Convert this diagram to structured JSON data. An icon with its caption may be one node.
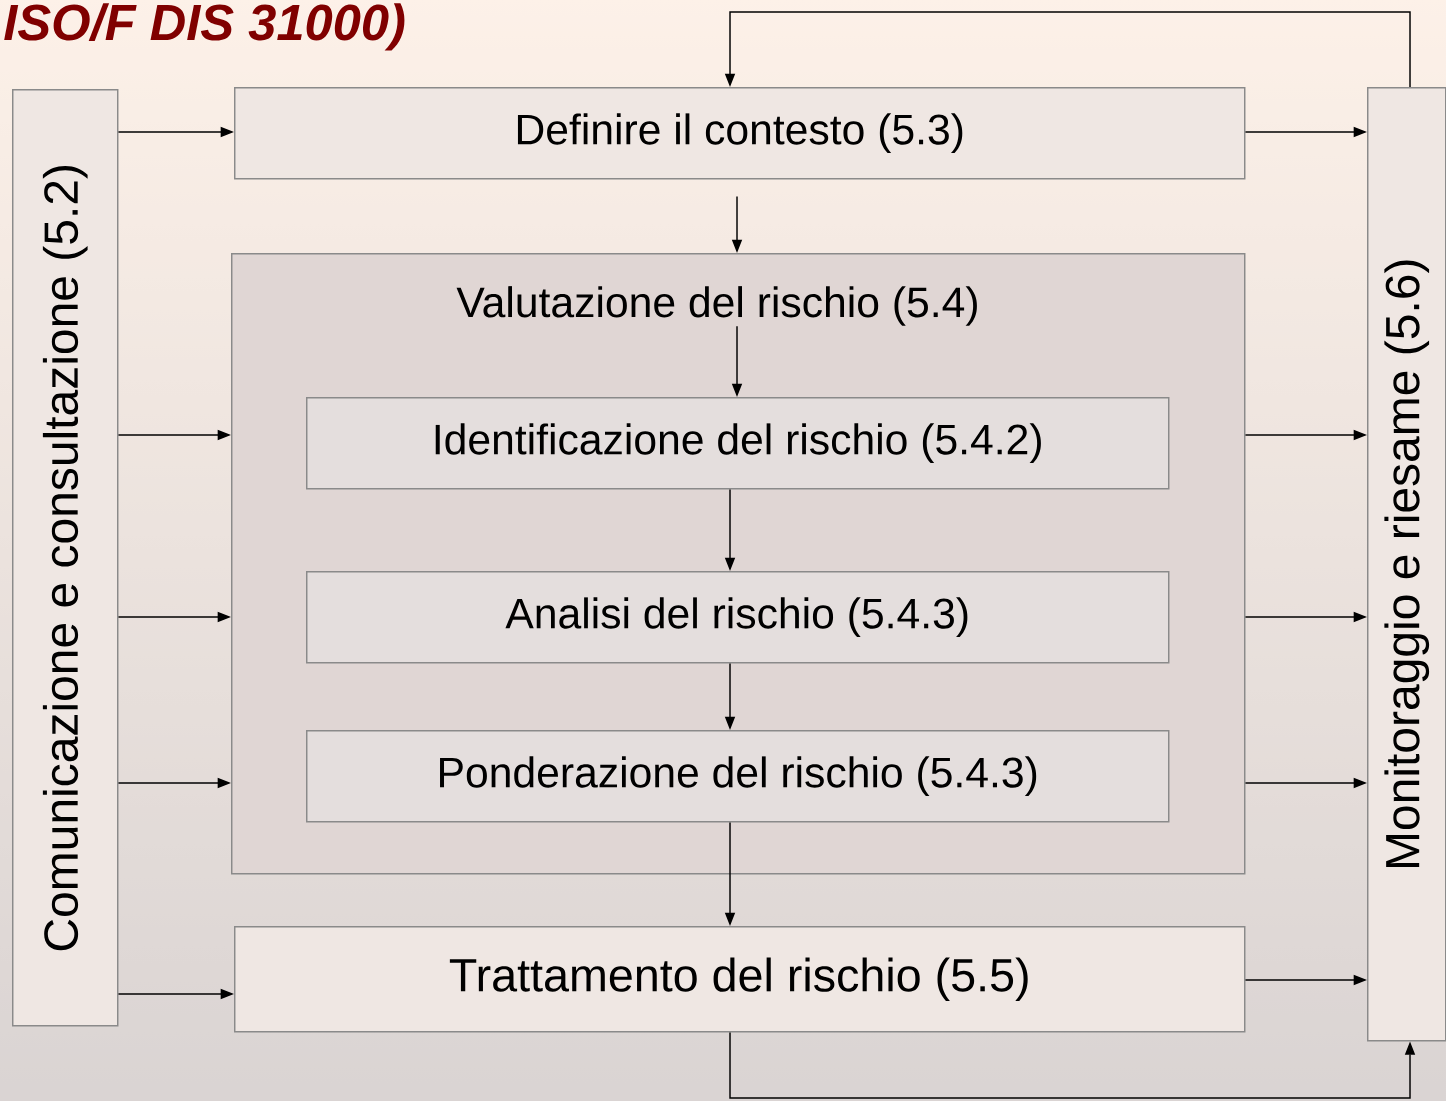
{
  "diagram": {
    "title": "ISO/F DIS 31000)",
    "nodes": [
      {
        "text": [
          "Comunicazione e consultazione (5.2)"
        ]
      },
      {
        "text": [
          "Definire il contesto (5.3)"
        ]
      },
      {
        "text": [
          "Valutazione del rischio (5.4)"
        ]
      },
      {
        "text": [
          "Identificazione del rischio (5.4.2)"
        ],
        "in": 2
      },
      {
        "text": [
          "Analisi del rischio (5.4.3)"
        ],
        "in": 2
      },
      {
        "text": [
          "Ponderazione del rischio (5.4.3)"
        ],
        "in": 2
      },
      {
        "text": [
          "Trattamento del rischio (5.5)"
        ]
      },
      {
        "text": [
          "Monitoraggio e riesame (5.6)"
        ]
      }
    ],
    "edges": [
      {
        "from": 0,
        "to": 1,
        "arrow": "to"
      },
      {
        "from": 0,
        "to": 2,
        "arrow": "to"
      },
      {
        "from": 0,
        "to": 2,
        "arrow": "to"
      },
      {
        "from": 0,
        "to": 2,
        "arrow": "to"
      },
      {
        "from": 0,
        "to": 6,
        "arrow": "to"
      },
      {
        "from": 1,
        "to": 7,
        "arrow": "to"
      },
      {
        "from": 2,
        "to": 7,
        "arrow": "to"
      },
      {
        "from": 2,
        "to": 7,
        "arrow": "to"
      },
      {
        "from": 2,
        "to": 7,
        "arrow": "to"
      },
      {
        "from": 6,
        "to": 7,
        "arrow": "to"
      },
      {
        "from": 7,
        "to": 1,
        "arrow": "to"
      },
      {
        "from": 1,
        "to": 2,
        "arrow": "to"
      },
      {
        "from": 2,
        "to": 3,
        "arrow": "to"
      },
      {
        "from": 3,
        "to": 4,
        "arrow": "to"
      },
      {
        "from": 4,
        "to": 5,
        "arrow": "to"
      },
      {
        "from": 5,
        "to": 6,
        "arrow": "to"
      },
      {
        "from": 6,
        "to": 7,
        "arrow": "to"
      }
    ]
  }
}
